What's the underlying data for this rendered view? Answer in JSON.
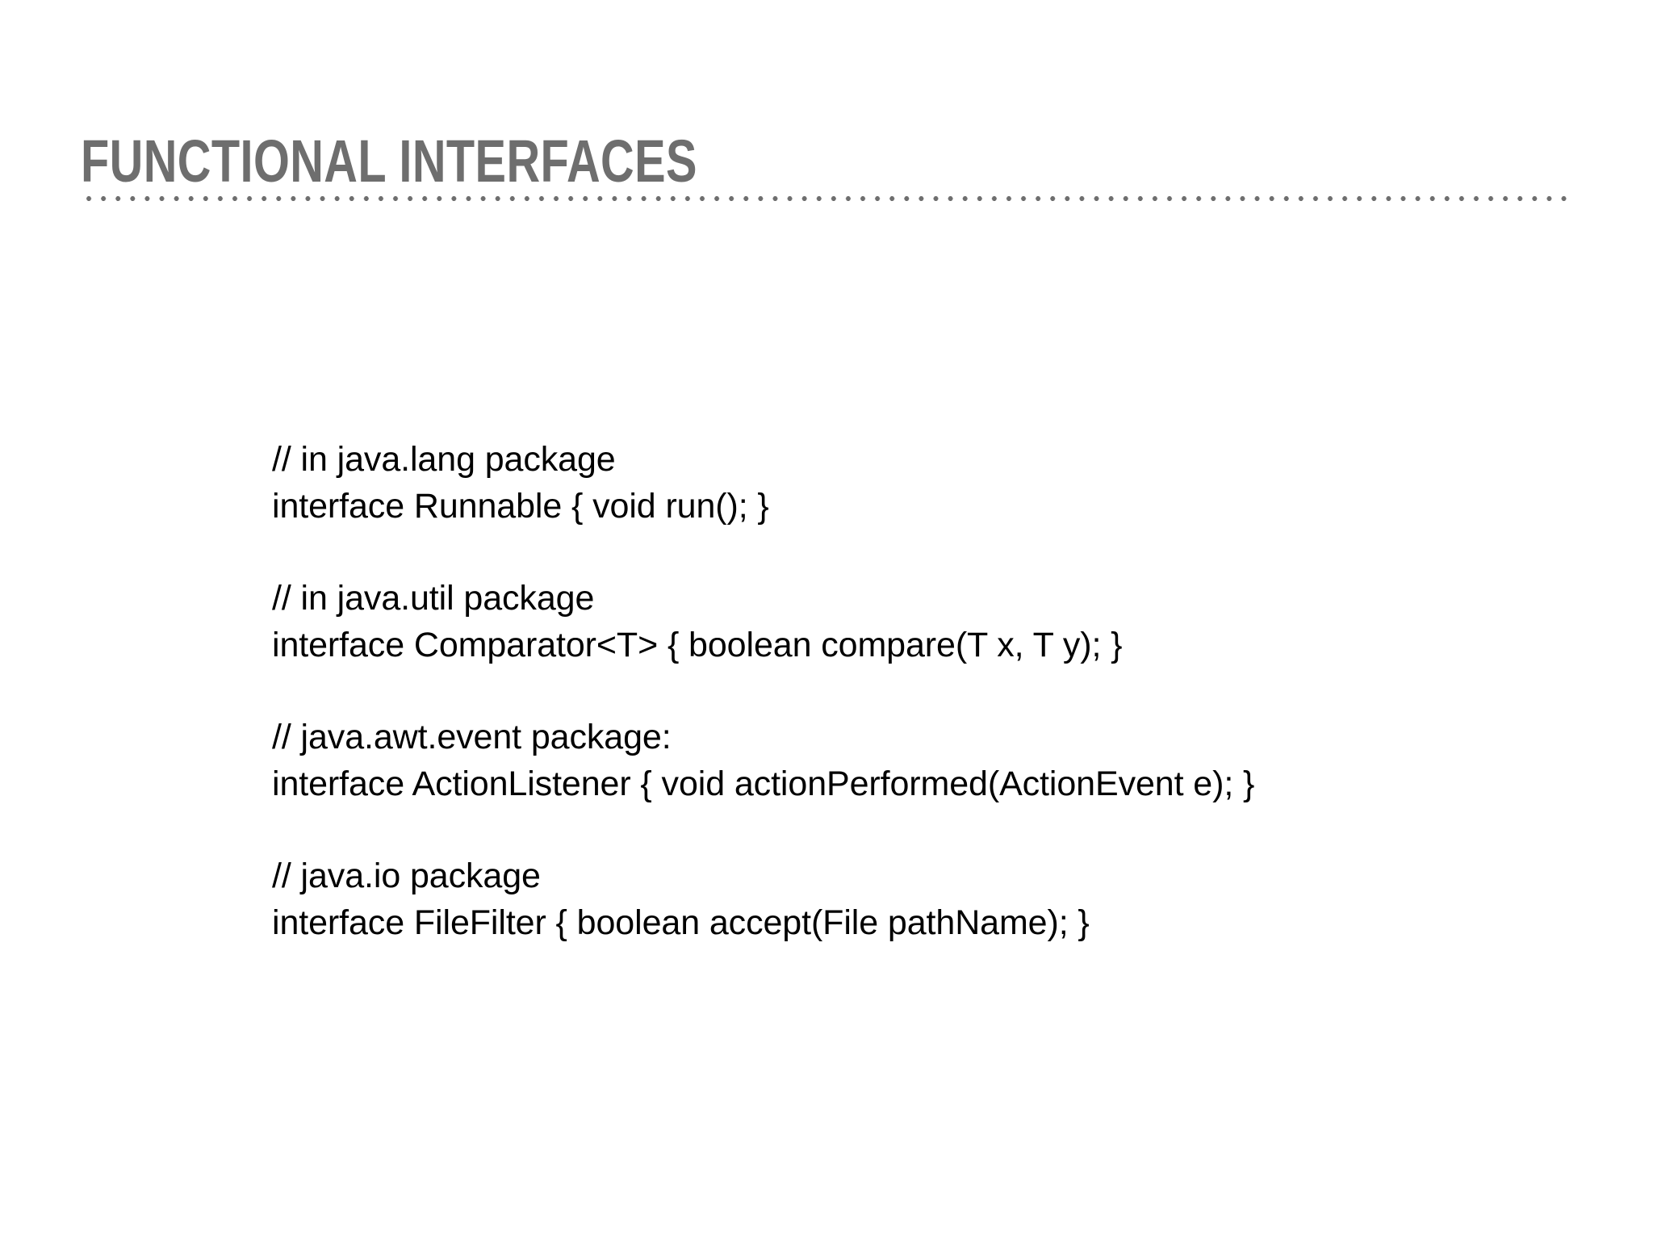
{
  "slide": {
    "title": "FUNCTIONAL INTERFACES",
    "background_color": "#ffffff",
    "title_color": "#6e6e6e",
    "divider_color": "#6e6e6e",
    "code_color": "#000000"
  },
  "code": {
    "blocks": [
      {
        "comment": "// in java.lang package",
        "declaration": "interface Runnable { void run(); }"
      },
      {
        "comment": "// in java.util package",
        "declaration": "interface Comparator<T> { boolean compare(T x, T y); }"
      },
      {
        "comment": "// java.awt.event package:",
        "declaration": "interface ActionListener { void actionPerformed(ActionEvent e); }"
      },
      {
        "comment": "// java.io package",
        "declaration": "interface FileFilter { boolean accept(File pathName); }"
      }
    ]
  }
}
